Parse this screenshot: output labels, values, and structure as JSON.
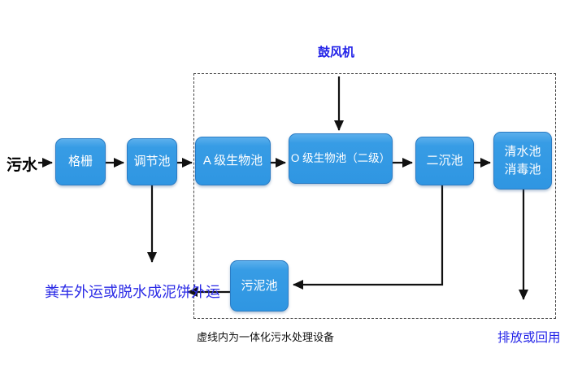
{
  "diagram": {
    "influent_label": "污水",
    "blower_label": "鼓风机",
    "sludge_disposal_label": "粪车外运或脱水成泥饼外运",
    "caption_label": "虚线内为一体化污水处理设备",
    "discharge_label": "排放或回用",
    "nodes": [
      {
        "id": "grid",
        "label": "格栅"
      },
      {
        "id": "regulating-tank",
        "label": "调节池"
      },
      {
        "id": "a-bio-tank",
        "label": "A 级生物池"
      },
      {
        "id": "o-bio-tank",
        "label": "O 级生物池（二级）"
      },
      {
        "id": "secondary-sedimentation-tank",
        "label": "二沉池"
      },
      {
        "id": "clean-water-disinfection-tank",
        "lines": [
          "清水池",
          "消毒池"
        ]
      },
      {
        "id": "sludge-tank",
        "label": "污泥池"
      }
    ],
    "colors": {
      "node_fill": "#2F96E2",
      "node_fill_highlight": "#5BAFEC",
      "node_border": "#2B7CC4",
      "node_text": "#FFFFFF",
      "blue_label_text": "#2323E8",
      "sludge_label_text": "#2B2BE6",
      "black_text": "#000000",
      "arrow": "#111111",
      "dashed_border": "#444444"
    }
  }
}
